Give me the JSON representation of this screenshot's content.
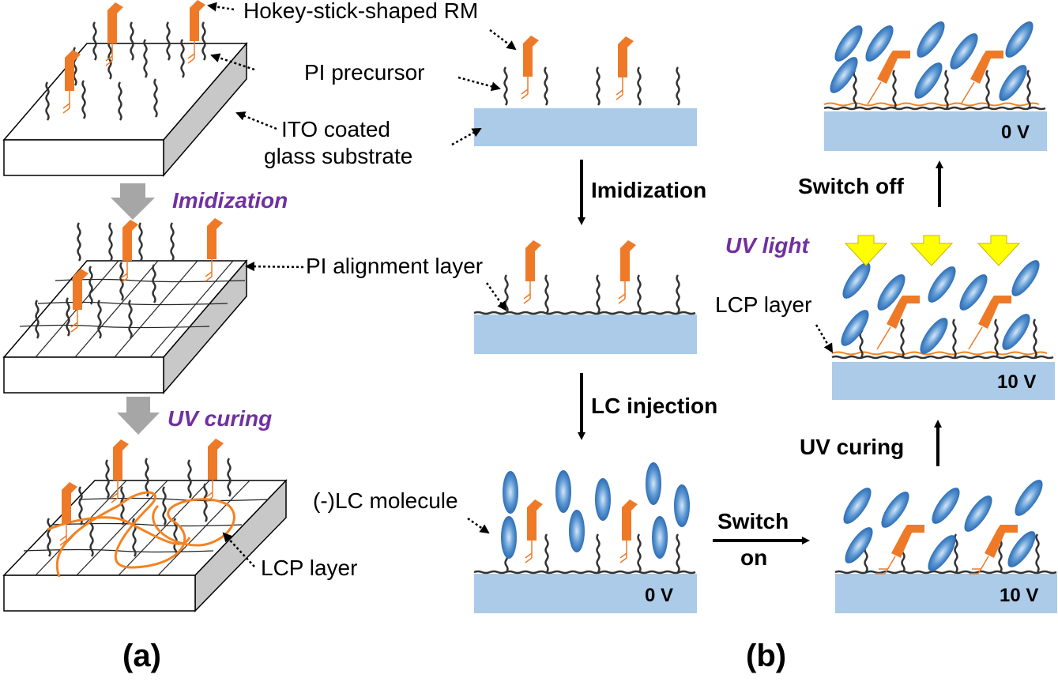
{
  "colors": {
    "substrate_blue": "#abcbe8",
    "rm_orange": "#ee7a28",
    "rm_orange_3d": "#f58220",
    "lc_blue": "#3d7dc0",
    "process_purple": "#7030a0",
    "uv_yellow": "#ffff00",
    "gray_arrow": "#a6a6a6",
    "side_face": "#cccccc"
  },
  "labels": {
    "rm": "Hokey-stick-shaped RM",
    "pi_precursor": "PI precursor",
    "ito_line1": "ITO coated",
    "ito_line2": "glass substrate",
    "pi_alignment": "PI alignment  layer",
    "lcp_layer_a": "LCP layer",
    "lcp_layer_b": "LCP layer",
    "lc_molecule": "(-)LC molecule"
  },
  "panel_a": {
    "caption": "(a)",
    "step1": "Imidization",
    "step2": "UV curing"
  },
  "panel_b": {
    "caption": "(b)",
    "step_imidization": "Imidization",
    "step_lc_injection": "LC injection",
    "step_switch_on_1": "Switch",
    "step_switch_on_2": "on",
    "step_uv_curing": "UV curing",
    "uv_light": "UV light",
    "step_switch_off": "Switch  off",
    "voltages": {
      "lc_injected": "0 V",
      "switched_on": "10 V",
      "uv_irradiated": "10 V",
      "final": "0 V"
    }
  }
}
